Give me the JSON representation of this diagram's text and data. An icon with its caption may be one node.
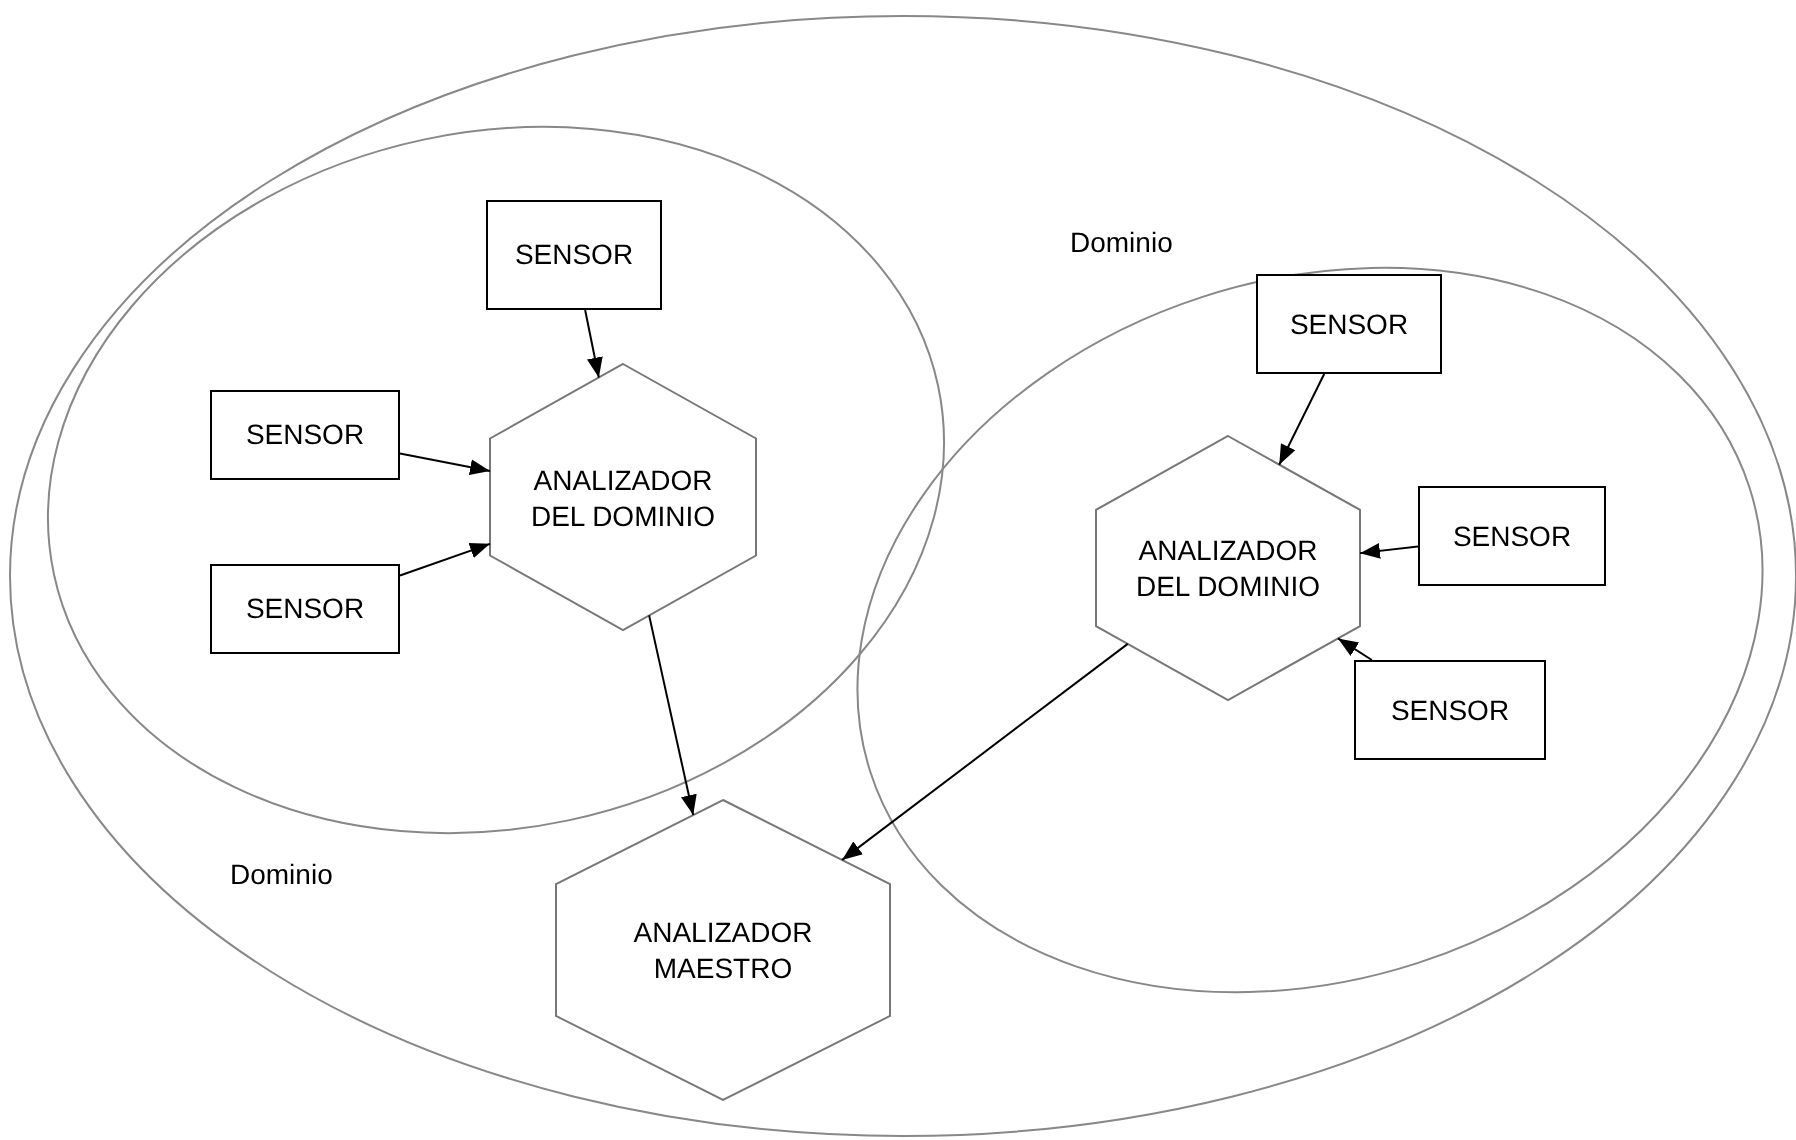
{
  "diagram": {
    "nodes": [
      {
        "text": [],
        "shape": "ellipse"
      },
      {
        "text": [
          "Dominio"
        ],
        "in": 0
      },
      {
        "text": [
          "SENSOR"
        ],
        "in": 1
      },
      {
        "text": [
          "SENSOR"
        ],
        "in": 1
      },
      {
        "text": [
          "SENSOR"
        ],
        "in": 1
      },
      {
        "text": [
          "ANALIZADOR DEL DOMINIO"
        ],
        "in": 1
      },
      {
        "text": [
          "Dominio"
        ],
        "in": 0
      },
      {
        "text": [
          "SENSOR"
        ],
        "in": 6
      },
      {
        "text": [
          "ANALIZADOR DEL DOMINIO"
        ],
        "in": 6
      },
      {
        "text": [
          "SENSOR"
        ],
        "in": 6
      },
      {
        "text": [
          "SENSOR"
        ],
        "in": 6
      },
      {
        "text": [
          "ANALIZADOR MAESTRO"
        ],
        "in": 0
      }
    ],
    "edges": [
      {
        "from": 2,
        "to": 5,
        "arrow": "to"
      },
      {
        "from": 3,
        "to": 5,
        "arrow": "to"
      },
      {
        "from": 4,
        "to": 5,
        "arrow": "to"
      },
      {
        "from": 5,
        "to": 11,
        "arrow": "to"
      },
      {
        "from": 7,
        "to": 8,
        "arrow": "to"
      },
      {
        "from": 9,
        "to": 8,
        "arrow": "to"
      },
      {
        "from": 10,
        "to": 8,
        "arrow": "to"
      },
      {
        "from": 8,
        "to": 11,
        "arrow": "to"
      }
    ]
  }
}
